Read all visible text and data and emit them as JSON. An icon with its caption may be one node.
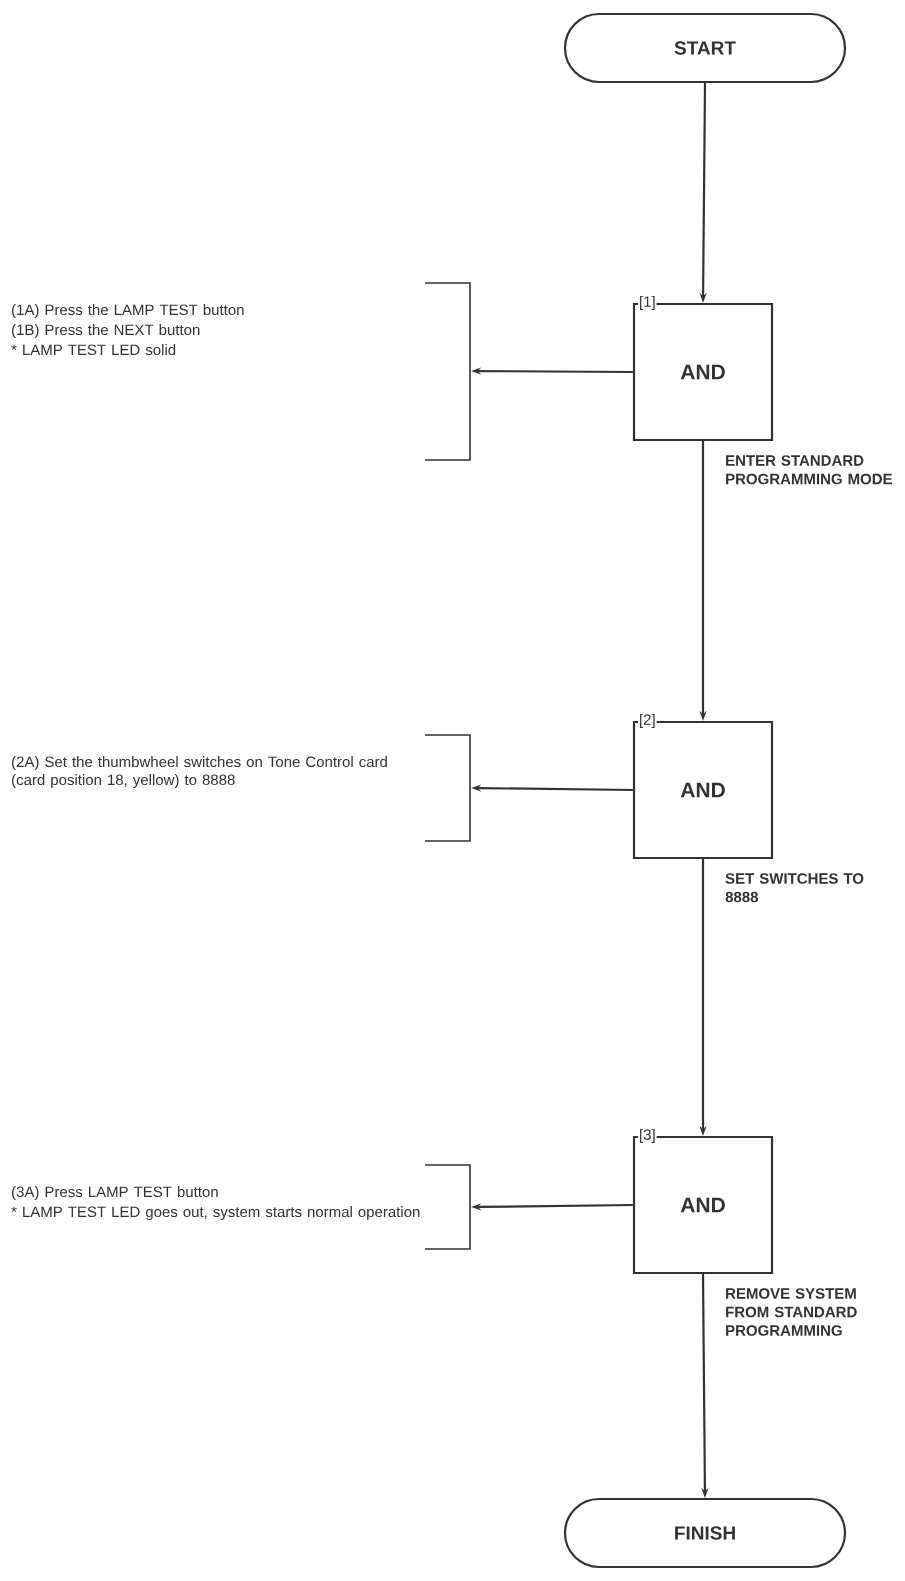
{
  "diagram": {
    "nodes": [
      {
        "text": [
          "START"
        ]
      },
      {
        "text": [
          "(1A) Press the LAMP TEST button",
          "(1B) Press the NEXT button",
          "* LAMP TEST LED solid"
        ]
      },
      {
        "text": [
          "[1]",
          "AND"
        ]
      },
      {
        "text": [
          "(2A) Set the thumbwheel switches on Tone Control card (card position 18, yellow) to 8888"
        ]
      },
      {
        "text": [
          "[2]",
          "AND"
        ]
      },
      {
        "text": [
          "(3A) Press LAMP TEST button",
          "* LAMP TEST LED goes out, system starts normal operation"
        ]
      },
      {
        "text": [
          "[3]",
          "AND"
        ]
      },
      {
        "text": [
          "FINISH"
        ]
      }
    ],
    "edges": [
      {
        "from": 0,
        "to": 2,
        "arrow": "to"
      },
      {
        "from": 2,
        "to": 1,
        "arrow": "to"
      },
      {
        "from": 2,
        "to": 4,
        "arrow": "to",
        "label": "ENTER STANDARD PROGRAMMING MODE"
      },
      {
        "from": 4,
        "to": 3,
        "arrow": "to"
      },
      {
        "from": 4,
        "to": 6,
        "arrow": "to",
        "label": "SET SWITCHES TO 8888"
      },
      {
        "from": 6,
        "to": 5,
        "arrow": "to"
      },
      {
        "from": 6,
        "to": 7,
        "arrow": "to",
        "label": "REMOVE SYSTEM FROM STANDARD PROGRAMMING"
      }
    ]
  }
}
